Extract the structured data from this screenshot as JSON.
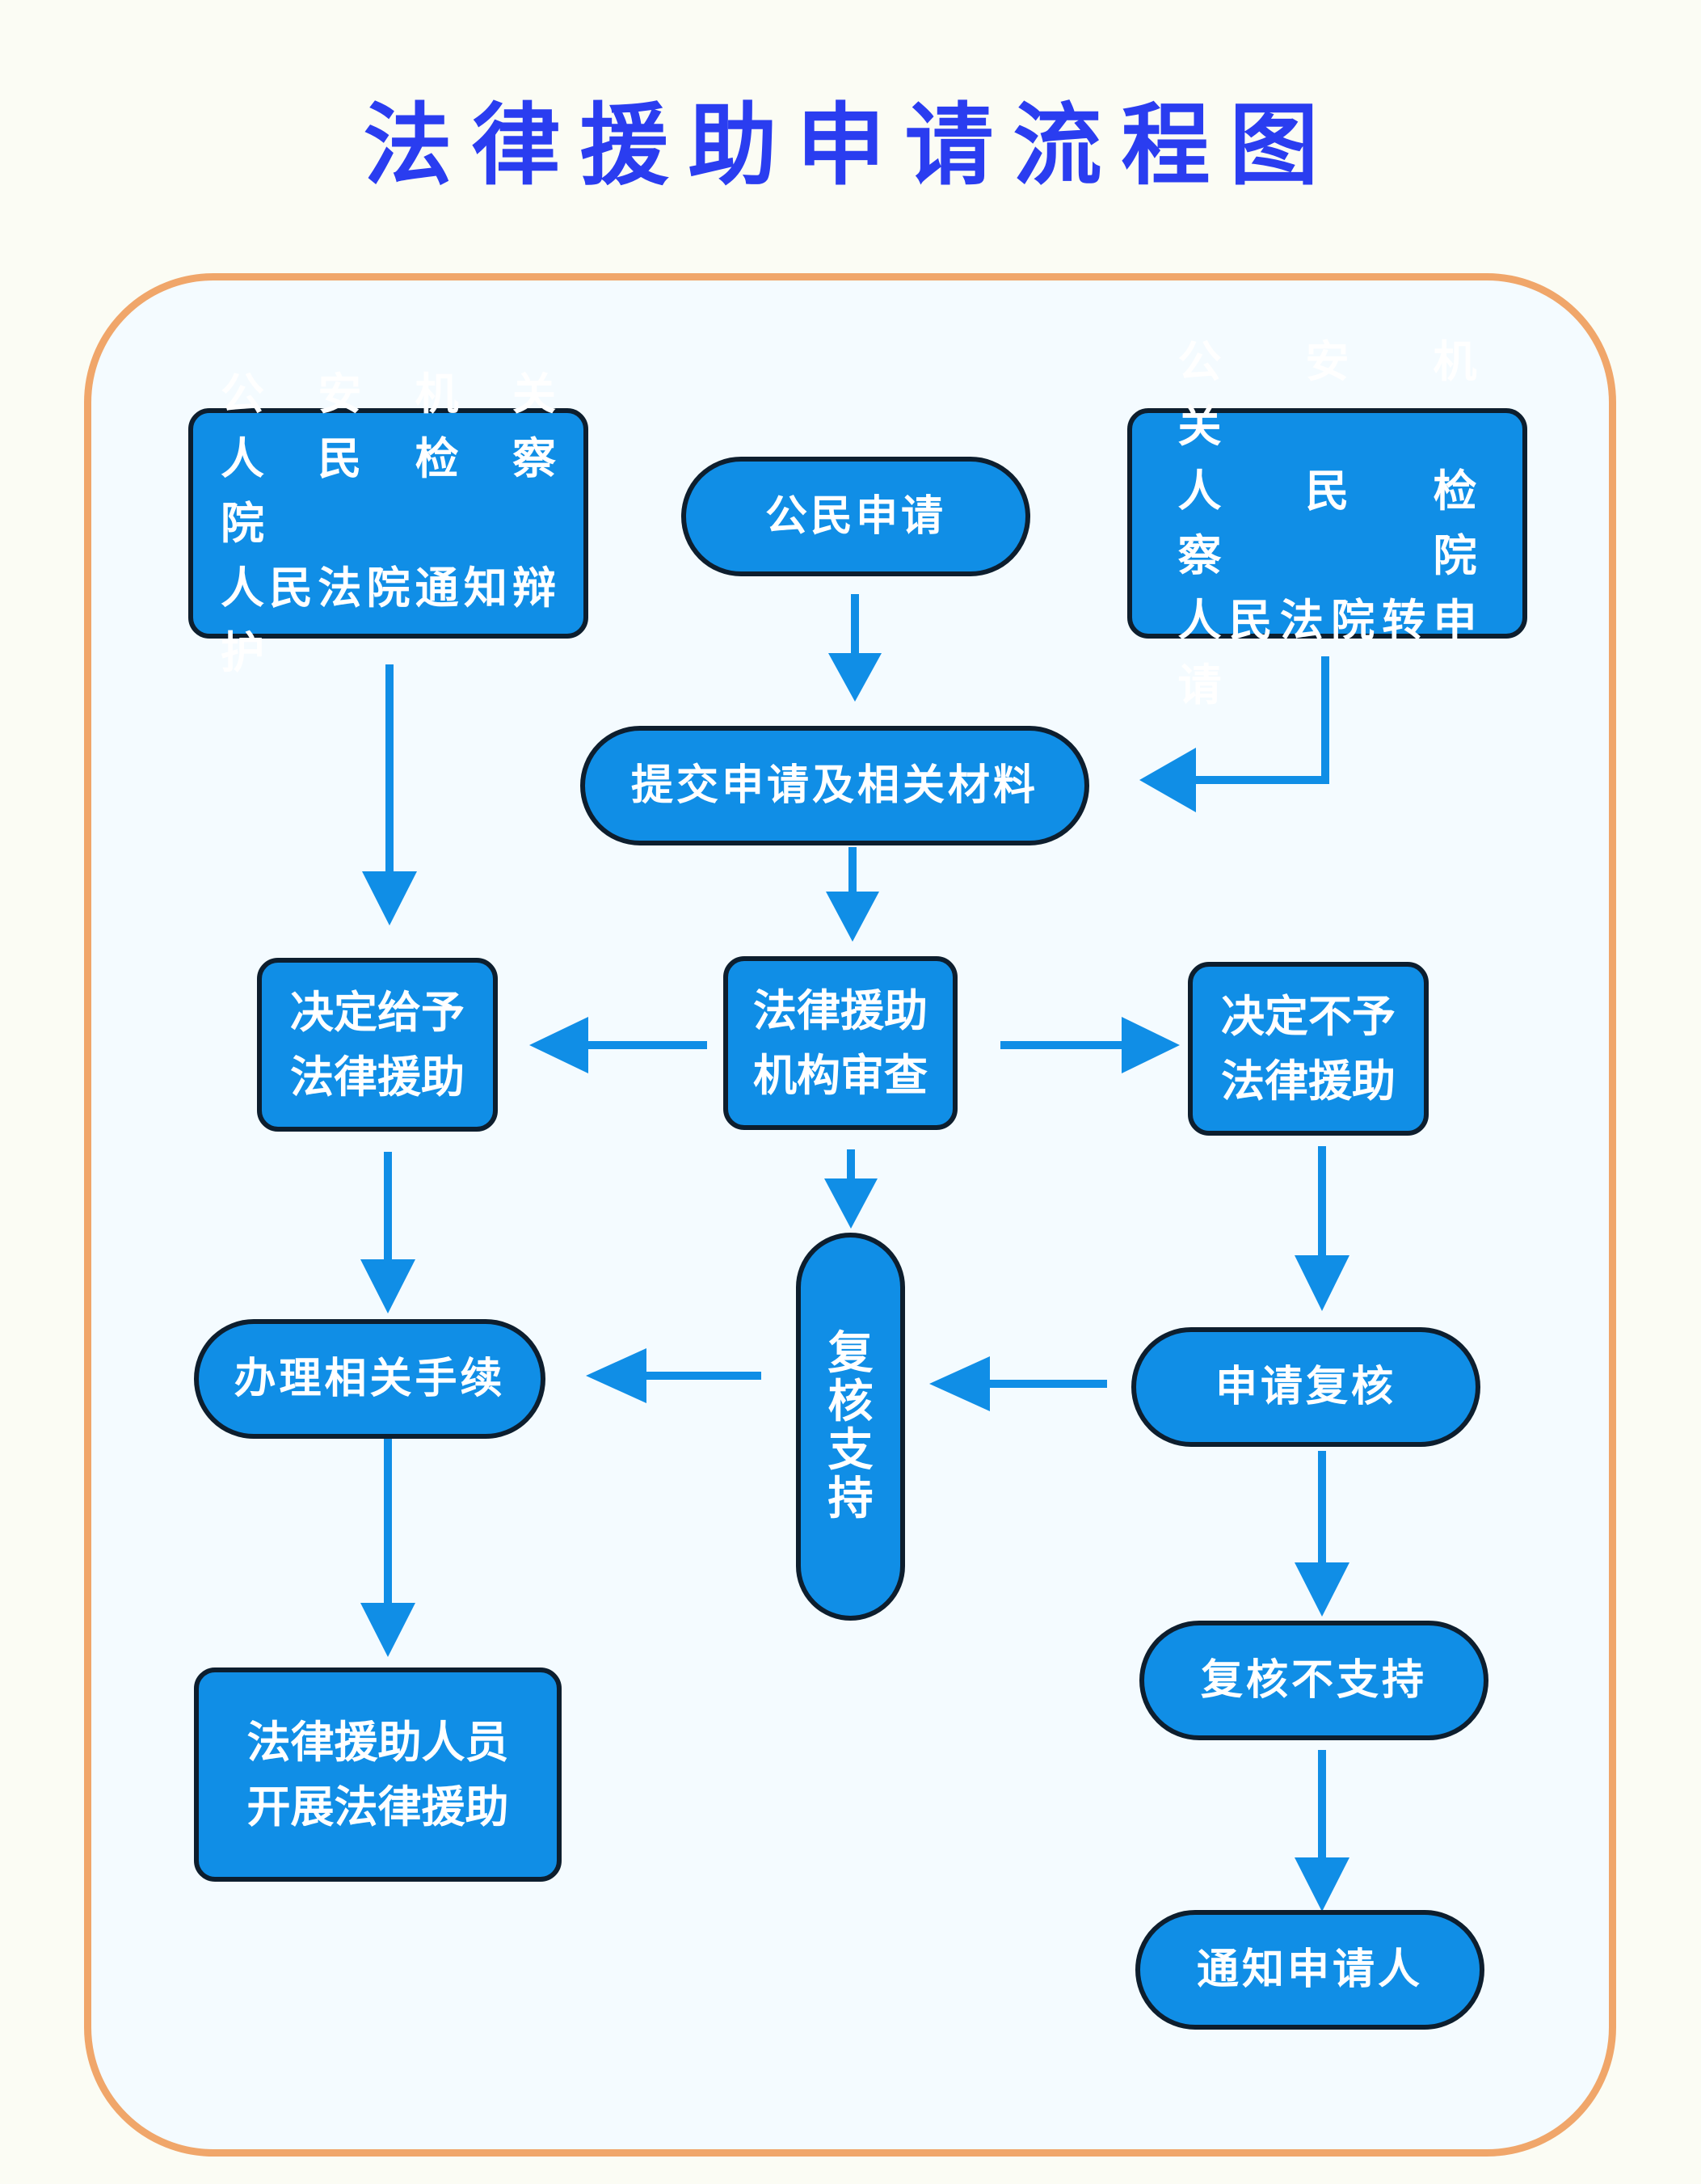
{
  "title": "法律援助申请流程图",
  "colors": {
    "title": "#2a3df0",
    "node_fill": "#108ee6",
    "node_border": "#0d1e2e",
    "arrow": "#108ee6",
    "frame_border": "#f0a66a"
  },
  "nodes": {
    "citizen_apply": "公民申请",
    "submit_materials": "提交申请及相关材料",
    "left_source": [
      "公　安　机　关",
      "人　民　检　察　院",
      "人民法院通知辩护"
    ],
    "right_source": [
      "公　安　机　关",
      "人　民　检　察　院",
      "人民法院转申请"
    ],
    "review": [
      "法律援助",
      "机构审查"
    ],
    "grant": [
      "决定给予",
      "法律援助"
    ],
    "deny": [
      "决定不予",
      "法律援助"
    ],
    "procedures": "办理相关手续",
    "recheck_support": "复核支持",
    "apply_recheck": "申请复核",
    "recheck_not_support": "复核不支持",
    "notify_applicant": "通知申请人",
    "aid_staff": [
      "法律援助人员",
      "开展法律援助"
    ]
  }
}
